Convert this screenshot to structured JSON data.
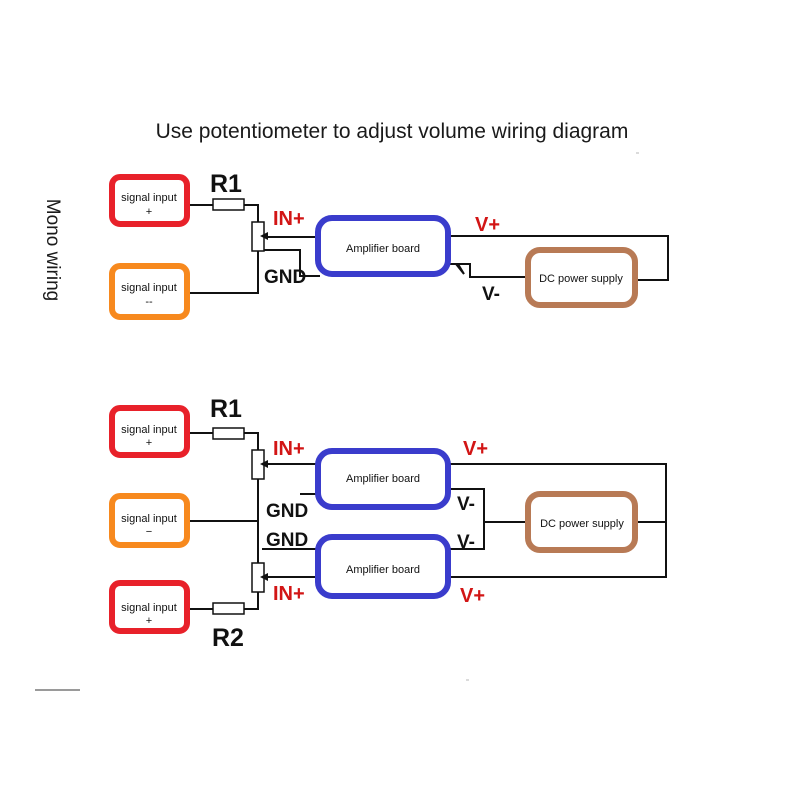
{
  "title": "Use potentiometer to adjust volume wiring diagram",
  "side_label": "Mono wiring",
  "colors": {
    "signal_plus": "#e8212a",
    "signal_minus": "#f7891e",
    "amplifier": "#3a3ccc",
    "power": "#b87a55",
    "pin_red": "#d21515",
    "wire": "#111111"
  },
  "mono": {
    "signal_plus": {
      "line1": "signal input",
      "line2": "+"
    },
    "signal_minus": {
      "line1": "signal input",
      "line2": "--"
    },
    "resistor": "R1",
    "in_plus": "IN+",
    "gnd": "GND",
    "amplifier": "Amplifier board",
    "v_plus": "V+",
    "v_minus": "V-",
    "power": "DC power supply"
  },
  "stereo": {
    "signal_top": {
      "line1": "signal input",
      "line2": "+"
    },
    "signal_mid": {
      "line1": "signal input",
      "line2": "−"
    },
    "signal_bot": {
      "line1": "signal input",
      "line2": "+"
    },
    "resistor_top": "R1",
    "resistor_bot": "R2",
    "in_plus_top": "IN+",
    "in_plus_bot": "IN+",
    "gnd_top": "GND",
    "gnd_bot": "GND",
    "amplifier_top": "Amplifier board",
    "amplifier_bot": "Amplifier board",
    "v_plus_top": "V+",
    "v_minus_top": "V-",
    "v_minus_bot": "V-",
    "v_plus_bot": "V+",
    "power": "DC power supply"
  }
}
